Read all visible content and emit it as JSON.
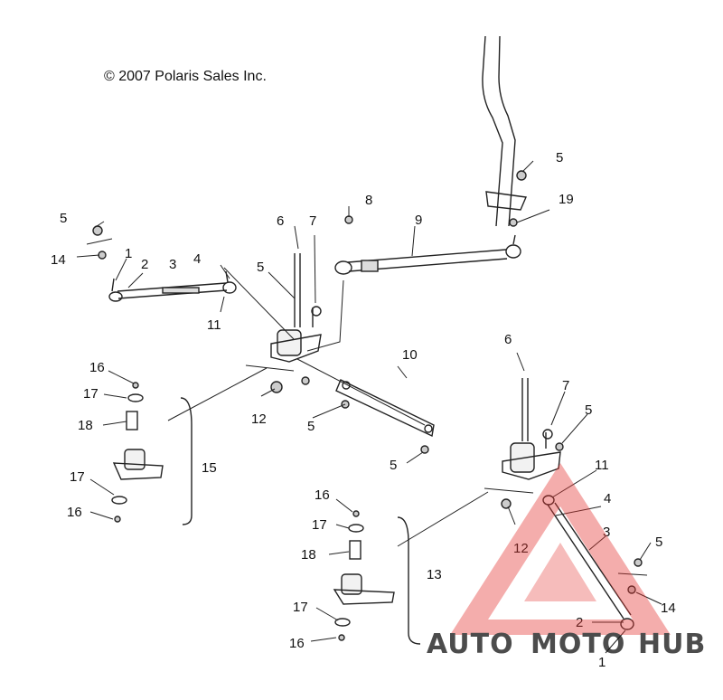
{
  "copyright": "© 2007 Polaris Sales Inc.",
  "watermark": {
    "part_a": "AUTO",
    "part_b": "MOTO",
    "part_c": "HUB",
    "colors": {
      "auto": "#f5c26b",
      "moto": "#f07a7a",
      "hub": "#7a7a7a",
      "logo": "#e53935"
    }
  },
  "callouts": {
    "c1": "1",
    "c2": "2",
    "c3": "3",
    "c4": "4",
    "c5": "5",
    "c6": "6",
    "c7": "7",
    "c8": "8",
    "c9": "9",
    "c10": "10",
    "c11": "11",
    "c12": "12",
    "c13": "13",
    "c14": "14",
    "c15": "15",
    "c16": "16",
    "c17": "17",
    "c18": "18",
    "c19": "19"
  }
}
